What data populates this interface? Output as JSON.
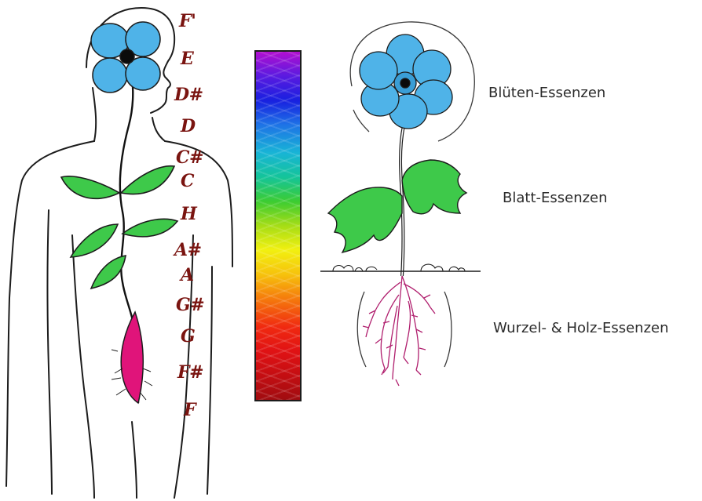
{
  "notes": [
    "F'",
    "E",
    "D#",
    "D",
    "C#",
    "C",
    "H",
    "A#",
    "A",
    "G#",
    "G",
    "F#",
    "F"
  ],
  "essence_labels": {
    "blossom": "Blüten-Essenzen",
    "leaf": "Blatt-Essenzen",
    "root": "Wurzel- & Holz-Essenzen"
  },
  "colors": {
    "note_text": "#7a1410",
    "flower_blue": "#4fb3e8",
    "leaf_green": "#3ec94a",
    "root_magenta": "#e0147a",
    "root_lines": "#b01f6e",
    "outline": "#1c1c1c"
  },
  "spectrum": {
    "stops": [
      "#b10fd0",
      "#5a1ae0",
      "#1820e0",
      "#1e73e6",
      "#18b4d6",
      "#14c49a",
      "#3ccc32",
      "#a6dd16",
      "#f2f010",
      "#f6c20c",
      "#f57a0c",
      "#f02a10",
      "#e01214",
      "#c40e12",
      "#a00c10"
    ]
  }
}
